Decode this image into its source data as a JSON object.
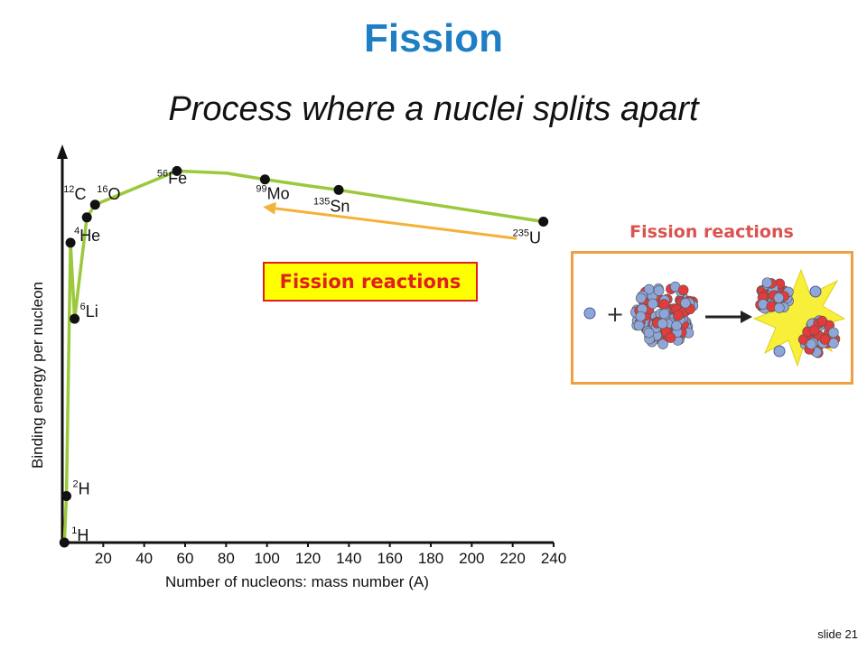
{
  "slide": {
    "title": "Fission",
    "subtitle": "Process where a nuclei splits apart",
    "slide_number": "slide 21"
  },
  "callout": {
    "label": "Fission reactions"
  },
  "panel": {
    "label": "Fission reactions",
    "plus": "+"
  },
  "colors": {
    "title": "#1e7fc4",
    "curve": "#9bc93b",
    "arrow": "#f3b23a",
    "callout_text": "#e02020",
    "callout_fill": "#ffff00",
    "panel_border": "#f0a040"
  },
  "chart_data": {
    "type": "line",
    "xlabel": "Number of nucleons: mass number (A)",
    "ylabel": "Binding energy per nucleon",
    "xlim": [
      0,
      240
    ],
    "ylim": [
      0,
      9
    ],
    "xticks": [
      "20",
      "40",
      "60",
      "80",
      "100",
      "120",
      "140",
      "160",
      "180",
      "200",
      "220",
      "240"
    ],
    "series": [
      {
        "values": [
          {
            "x": 1,
            "y": 0
          },
          {
            "x": 2,
            "y": 1.1
          },
          {
            "x": 4,
            "y": 7.1
          },
          {
            "x": 6,
            "y": 5.3
          },
          {
            "x": 12,
            "y": 7.7
          },
          {
            "x": 16,
            "y": 8.0
          },
          {
            "x": 56,
            "y": 8.8
          },
          {
            "x": 80,
            "y": 8.75
          },
          {
            "x": 99,
            "y": 8.6
          },
          {
            "x": 120,
            "y": 8.45
          },
          {
            "x": 135,
            "y": 8.35
          },
          {
            "x": 235,
            "y": 7.6
          }
        ]
      }
    ],
    "labeled_points": [
      {
        "x": 1,
        "y": 0,
        "mass": "1",
        "symbol": "H"
      },
      {
        "x": 2,
        "y": 1.1,
        "mass": "2",
        "symbol": "H"
      },
      {
        "x": 4,
        "y": 7.1,
        "mass": "4",
        "symbol": "He"
      },
      {
        "x": 6,
        "y": 5.3,
        "mass": "6",
        "symbol": "Li"
      },
      {
        "x": 12,
        "y": 7.7,
        "mass": "12",
        "symbol": "C"
      },
      {
        "x": 16,
        "y": 8.0,
        "mass": "16",
        "symbol": "O"
      },
      {
        "x": 56,
        "y": 8.8,
        "mass": "56",
        "symbol": "Fe"
      },
      {
        "x": 99,
        "y": 8.6,
        "mass": "99",
        "symbol": "Mo"
      },
      {
        "x": 135,
        "y": 8.35,
        "mass": "135",
        "symbol": "Sn"
      },
      {
        "x": 235,
        "y": 7.6,
        "mass": "235",
        "symbol": "U"
      }
    ],
    "annotation_arrow": {
      "from": {
        "x": 222,
        "y": 7.2
      },
      "to": {
        "x": 98,
        "y": 7.95
      }
    }
  }
}
